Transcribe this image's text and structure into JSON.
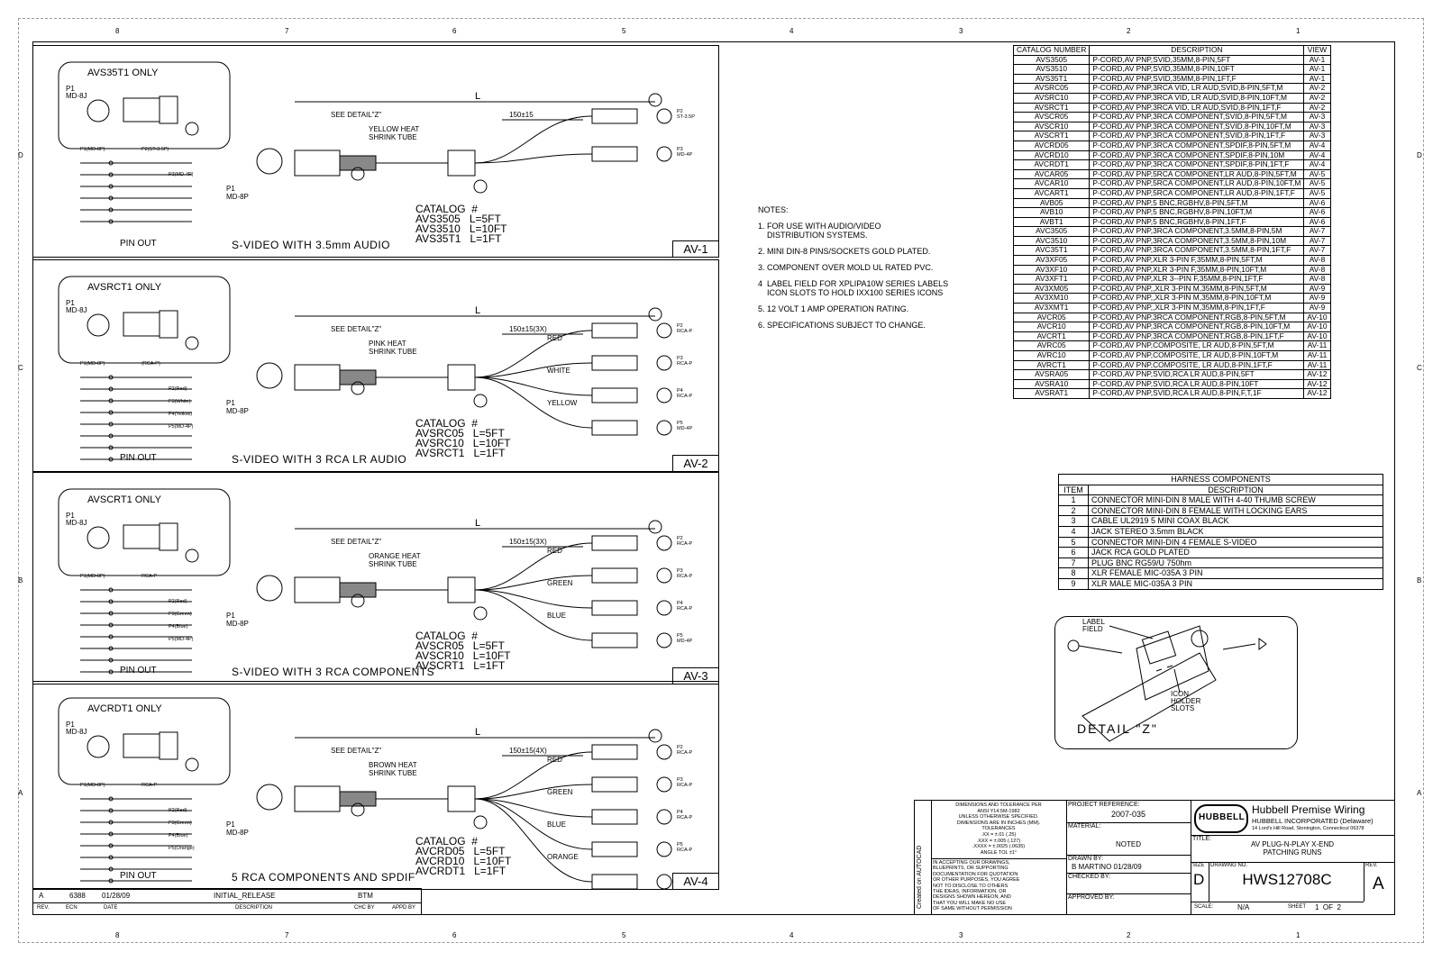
{
  "zones": {
    "top": [
      "8",
      "7",
      "6",
      "5",
      "4",
      "3",
      "2",
      "1"
    ],
    "side": [
      "D",
      "C",
      "B",
      "A"
    ]
  },
  "panels": [
    {
      "tag": "AV-1",
      "title": "S-VIDEO WITH 3.5mm AUDIO",
      "detail_title": "AVS35T1 ONLY",
      "p1_jack": "P1\nMD-8J",
      "p1_plug": "P1\nMD-8P",
      "see_detail": "SEE DETAIL\"Z\"",
      "heat": "YELLOW HEAT\nSHRINK TUBE",
      "spacing": "150±15",
      "length": "L",
      "pin_out": "PIN OUT",
      "pin_labels": [
        "P1(MD-8P)",
        "P2(ST-3.5P)",
        "P3(MD-4P)"
      ],
      "connectors": [
        {
          "label": "P2\nST-3.5P"
        },
        {
          "label": "P3\nMD-4P"
        }
      ],
      "catalog": [
        "CATALOG  #",
        "AVS3505   L=5FT",
        "AVS3510   L=10FT",
        "AVS35T1   L=1FT"
      ]
    },
    {
      "tag": "AV-2",
      "title": "S-VIDEO WITH 3 RCA LR AUDIO",
      "detail_title": "AVSRCT1 ONLY",
      "p1_jack": "P1\nMD-8J",
      "p1_plug": "P1\nMD-8P",
      "see_detail": "SEE DETAIL\"Z\"",
      "heat": "PINK HEAT\nSHRINK TUBE",
      "spacing": "150±15(3X)",
      "length": "L",
      "pin_out": "PIN OUT",
      "wires": [
        "RED",
        "WHITE",
        "YELLOW"
      ],
      "pin_labels": [
        "P1(MD-8P)",
        "(RCA-P)",
        "P2(Red)",
        "P3(White)",
        "P4(Yellow)",
        "P5(MD-4P)"
      ],
      "connectors": [
        {
          "label": "P2\nRCA-P"
        },
        {
          "label": "P3\nRCA-P"
        },
        {
          "label": "P4\nRCA-P"
        },
        {
          "label": "P5\nMD-4P"
        }
      ],
      "catalog": [
        "CATALOG  #",
        "AVSRC05   L=5FT",
        "AVSRC10   L=10FT",
        "AVSRCT1   L=1FT"
      ]
    },
    {
      "tag": "AV-3",
      "title": "S-VIDEO WITH 3 RCA COMPONENTS",
      "detail_title": "AVSCRT1 ONLY",
      "p1_jack": "P1\nMD-8J",
      "p1_plug": "P1\nMD-8P",
      "see_detail": "SEE DETAIL\"Z\"",
      "heat": "ORANGE HEAT\nSHRINK TUBE",
      "spacing": "150±15(3X)",
      "length": "L",
      "pin_out": "PIN OUT",
      "wires": [
        "RED",
        "GREEN",
        "BLUE"
      ],
      "pin_labels": [
        "P1(MD-8P)",
        "RCA-P",
        "P2(Red)",
        "P3(Green)",
        "P4(Blue)",
        "P5(MD-4P)"
      ],
      "connectors": [
        {
          "label": "P2\nRCA-P"
        },
        {
          "label": "P3\nRCA-P"
        },
        {
          "label": "P4\nRCA-P"
        },
        {
          "label": "P5\nMD-4P"
        }
      ],
      "catalog": [
        "CATALOG  #",
        "AVSCR05   L=5FT",
        "AVSCR10   L=10FT",
        "AVSCRT1   L=1FT"
      ]
    },
    {
      "tag": "AV-4",
      "title": "5 RCA COMPONENTS AND SPDIF",
      "detail_title": "AVCRDT1 ONLY",
      "p1_jack": "P1\nMD-8J",
      "p1_plug": "P1\nMD-8P",
      "see_detail": "SEE DETAIL\"Z\"",
      "heat": "BROWN HEAT\nSHRINK TUBE",
      "spacing": "150±15(4X)",
      "length": "L",
      "pin_out": "PIN OUT",
      "wires": [
        "RED",
        "GREEN",
        "BLUE",
        "ORANGE"
      ],
      "pin_labels": [
        "P1(MD-8P)",
        "RCA-P",
        "P2(Red)",
        "P3(Green)",
        "P4(Blue)",
        "P5(Orange)"
      ],
      "connectors": [
        {
          "label": "P2\nRCA-P"
        },
        {
          "label": "P3\nRCA-P"
        },
        {
          "label": "P4\nRCA-P"
        },
        {
          "label": "P5\nRCA-P"
        }
      ],
      "catalog": [
        "CATALOG  #",
        "AVCRD05   L=5FT",
        "AVCRD10   L=10FT",
        "AVCRDT1   L=1FT"
      ]
    }
  ],
  "notes": {
    "heading": "NOTES:",
    "items": [
      "1. FOR USE WITH AUDIO/VIDEO\n    DISTRIBUTION SYSTEMS.",
      "2. MINI DIN-8 PINS/SOCKETS GOLD PLATED.",
      "3. COMPONENT OVER MOLD UL RATED PVC.",
      "4  LABEL FIELD FOR XPLIPA10W SERIES LABELS\n    ICON SLOTS TO HOLD IXX100 SERIES ICONS",
      "5. 12 VOLT 1 AMP OPERATION RATING.",
      "6. SPECIFICATIONS SUBJECT TO CHANGE."
    ]
  },
  "catalog_table": {
    "headers": [
      "CATALOG NUMBER",
      "DESCRIPTION",
      "VIEW"
    ],
    "rows": [
      [
        "AVS3505",
        "P-CORD,AV PNP,SVID,35MM,8-PIN,5FT",
        "AV-1"
      ],
      [
        "AVS3510",
        "P-CORD,AV PNP,SVID,35MM,8-PIN,10FT",
        "AV-1"
      ],
      [
        "AVS35T1",
        "P-CORD,AV PNP,SVID,35MM,8-PIN,1FT,F",
        "AV-1"
      ],
      [
        "AVSRC05",
        "P-CORD,AV PNP,3RCA VID, LR AUD,SVID,8-PIN,5FT,M",
        "AV-2"
      ],
      [
        "AVSRC10",
        "P-CORD,AV PNP,3RCA VID, LR AUD,SVID,8-PIN,10FT,M",
        "AV-2"
      ],
      [
        "AVSRCT1",
        "P-CORD,AV PNP,3RCA VID, LR AUD,SVID,8-PIN,1FT,F",
        "AV-2"
      ],
      [
        "AVSCR05",
        "P-CORD,AV PNP,3RCA COMPONENT,SVID,8-PIN,5FT,M",
        "AV-3"
      ],
      [
        "AVSCR10",
        "P-CORD,AV PNP,3RCA COMPONENT,SVID,8-PIN,10FT,M",
        "AV-3"
      ],
      [
        "AVSCRT1",
        "P-CORD,AV PNP,3RCA COMPONENT,SVID,8-PIN,1FT,F",
        "AV-3"
      ],
      [
        "AVCRD05",
        "P-CORD,AV PNP,3RCA COMPONENT,SPDIF,8-PIN,5FT,M",
        "AV-4"
      ],
      [
        "AVCRD10",
        "P-CORD,AV PNP,3RCA COMPONENT,SPDIF,8-PIN,10M",
        "AV-4"
      ],
      [
        "AVCRDT1",
        "P-CORD,AV PNP,3RCA COMPONENT,SPDIF,8-PIN,1FT,F",
        "AV-4"
      ],
      [
        "AVCAR05",
        "P-CORD,AV PNP,5RCA COMPONENT,LR AUD,8-PIN,5FT,M",
        "AV-5"
      ],
      [
        "AVCAR10",
        "P-CORD,AV PNP,5RCA COMPONENT,LR AUD,8-PIN,10FT,M",
        "AV-5"
      ],
      [
        "AVCART1",
        "P-CORD,AV PNP,5RCA COMPONENT,LR AUD,8-PIN,1FT,F",
        "AV-5"
      ],
      [
        "AVB05",
        "P-CORD,AV PNP,5 BNC,RGBHV,8-PIN,5FT,M",
        "AV-6"
      ],
      [
        "AVB10",
        "P-CORD,AV PNP,5 BNC,RGBHV,8-PIN,10FT,M",
        "AV-6"
      ],
      [
        "AVBT1",
        "P-CORD,AV PNP,5 BNC,RGBHV,8-PIN,1FT,F",
        "AV-6"
      ],
      [
        "AVC3505",
        "P-CORD,AV PNP,3RCA COMPONENT,3.5MM,8-PIN,5M",
        "AV-7"
      ],
      [
        "AVC3510",
        "P-CORD,AV PNP,3RCA COMPONENT,3.5MM,8-PIN,10M",
        "AV-7"
      ],
      [
        "AVC35T1",
        "P-CORD,AV PNP,3RCA COMPONENT,3.5MM,8-PIN,1FT,F",
        "AV-7"
      ],
      [
        "AV3XF05",
        "P-CORD,AV PNP,XLR 3-PIN F,35MM,8-PIN,5FT,M",
        "AV-8"
      ],
      [
        "AV3XF10",
        "P-CORD,AV PNP,XLR 3-PIN F,35MM,8-PIN,10FT,M",
        "AV-8"
      ],
      [
        "AV3XFT1",
        "P-CORD,AV PNP,XLR 3--PIN F,35MM,8-PIN,1FT,F",
        "AV-8"
      ],
      [
        "AV3XM05",
        "P-CORD,AV PNP,,XLR 3-PIN M,35MM,8-PIN,5FT,M",
        "AV-9"
      ],
      [
        "AV3XM10",
        "P-CORD,AV PNP,,XLR 3-PIN M,35MM,8-PIN,10FT,M",
        "AV-9"
      ],
      [
        "AV3XMT1",
        "P-CORD,AV PNP,,XLR 3-PIN M,35MM,8-PIN,1FT,F",
        "AV-9"
      ],
      [
        "AVCR05",
        "P-CORD,AV PNP,3RCA COMPONENT,RGB,8-PIN,5FT,M",
        "AV-10"
      ],
      [
        "AVCR10",
        "P-CORD,AV PNP,3RCA COMPONENT,RGB,8-PIN,10FT,M",
        "AV-10"
      ],
      [
        "AVCRT1",
        "P-CORD,AV PNP,3RCA COMPONENT,RGB,8-PIN,1FT,F",
        "AV-10"
      ],
      [
        "AVRC05",
        "P-CORD,AV PNP,COMPOSITE, LR AUD,8-PIN,5FT,M",
        "AV-11"
      ],
      [
        "AVRC10",
        "P-CORD,AV PNP,COMPOSITE, LR AUD,8-PIN,10FT,M",
        "AV-11"
      ],
      [
        "AVRCT1",
        "P-CORD,AV PNP,COMPOSITE, LR AUD,8-PIN,1FT,F",
        "AV-11"
      ],
      [
        "AVSRA05",
        "P-CORD,AV PNP,SVID,RCA LR AUD,8-PIN,5FT",
        "AV-12"
      ],
      [
        "AVSRA10",
        "P-CORD,AV PNP,SVID,RCA LR AUD,8-PIN,10FT",
        "AV-12"
      ],
      [
        "AVSRAT1",
        "P-CORD,AV PNP,SVID,RCA LR AUD,8-PIN,F,T,1F",
        "AV-12"
      ]
    ]
  },
  "harness": {
    "title": "HARNESS COMPONENTS",
    "headers": [
      "ITEM",
      "DESCRIPTION"
    ],
    "rows": [
      [
        "1",
        "CONNECTOR MINI-DIN 8 MALE WITH 4-40 THUMB SCREW"
      ],
      [
        "2",
        "CONNECTOR MINI-DIN 8 FEMALE WITH LOCKING EARS"
      ],
      [
        "3",
        "CABLE UL2919 5 MINI COAX BLACK"
      ],
      [
        "4",
        "JACK STEREO 3.5mm BLACK"
      ],
      [
        "5",
        "CONNECTOR MINI-DIN 4 FEMALE S-VIDEO"
      ],
      [
        "6",
        "JACK RCA GOLD PLATED"
      ],
      [
        "7",
        "PLUG BNC RG59/U 750hm"
      ],
      [
        "8",
        "XLR FEMALE MIC-035A 3 PIN"
      ],
      [
        "9",
        "XLR MALE MIC-035A 3 PIN"
      ]
    ]
  },
  "detail_z": {
    "title": "DETAIL \"Z\"",
    "label_field": "LABEL\nFIELD",
    "icon_slots": "ICON\nHOLDER\nSLOTS"
  },
  "revision": {
    "rev": "A",
    "ecn": "6388",
    "date": "01/28/09",
    "description": "INITIAL_RELEASE",
    "chk": "BTM",
    "headers": [
      "REV.",
      "ECN",
      "DATE",
      "DESCRIPTION",
      "CHC BY",
      "APPD BY"
    ]
  },
  "title_block": {
    "tolerance_text": "DIMENSIONS AND TOLERANCE PER\nANSI Y14.5M-1982\nUNLESS OTHERWISE SPECIFIED.\nDIMENSIONS ARE IN INCHES (MM).\nTOLERANCES\n.XX = ±.01 (.25)\n.XXX = ±.005 (.127)\n.XXXX = ±.0025 (.0635)\nANGLE TOL ±1°",
    "disclaimer": "IN ACCEPTING OUR DRAWINGS,\nBLUEPRINTS, OR SUPPORTING\nDOCUMENTATION FOR QUOTATION\nOR OTHER PURPOSES, YOU AGREE\nNOT TO DISCLOSE TO OTHERS\nTHE IDEAS, INFORMATION, OR\nDESIGNS SHOWN HEREON, AND\nTHAT YOU WILL MAKE NO USE\nOF SAME WITHOUT PERMISSION",
    "created_on": "Created on AUTOCAD",
    "project_ref_label": "PROJECT REFERENCE:",
    "project_ref": "2007-035",
    "material_label": "MATERIAL:",
    "material": "NOTED",
    "drawn_by_label": "DRAWN BY:",
    "drawn_by": "B MARTINO 01/28/09",
    "checked_by_label": "CHECKED BY:",
    "approved_by_label": "APPROVED BY:",
    "logo": "HUBBELL",
    "company": "Hubbell Premise Wiring",
    "company_sub": "HUBBELL INCORPORATED (Delaware)",
    "company_addr": "14 Lord's Hill Road, Stonington, Connecticut 06378",
    "title_label": "TITLE:",
    "title": "AV PLUG-N-PLAY X-END\nPATCHING RUNS",
    "size_label": "SIZE",
    "size": "D",
    "drawing_no_label": "DRAWING NO.",
    "drawing_no": "HWS12708C",
    "rev_label": "REV.",
    "rev": "A",
    "scale_label": "SCALE:",
    "scale": "N/A",
    "sheet_label": "SHEET",
    "sheet": "1  OF  2"
  }
}
